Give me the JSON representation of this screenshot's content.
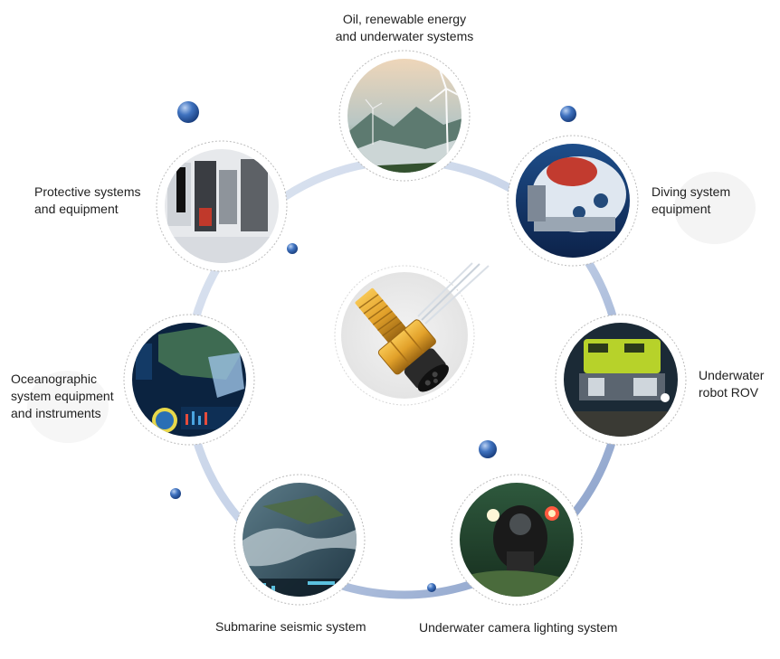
{
  "center_product": {
    "name": "",
    "icon": "waterproof-connector-icon"
  },
  "applications": [
    {
      "id": "oil-renewable",
      "lines": [
        "Oil, renewable energy",
        "and underwater systems"
      ],
      "icon": "wind-turbine-icon"
    },
    {
      "id": "diving-system",
      "lines": [
        "Diving system",
        "equipment"
      ],
      "icon": "submersible-icon"
    },
    {
      "id": "underwater-rov",
      "lines": [
        "Underwater",
        "robot ROV"
      ],
      "icon": "rov-robot-icon"
    },
    {
      "id": "camera-lighting",
      "lines": [
        "Underwater camera lighting system"
      ],
      "icon": "diver-camera-icon"
    },
    {
      "id": "seismic",
      "lines": [
        "Submarine seismic system"
      ],
      "icon": "satellite-map-icon"
    },
    {
      "id": "oceanographic",
      "lines": [
        "Oceanographic",
        "system equipment",
        "and instruments"
      ],
      "icon": "dashboard-map-icon"
    },
    {
      "id": "protective",
      "lines": [
        "Protective systems",
        "and equipment"
      ],
      "icon": "factory-icon"
    }
  ],
  "colors": {
    "ring": "#9fb2d4",
    "ring_light": "#e7ecf5",
    "bubble": "#2e5ea8",
    "connector": "#e2a12a",
    "connector_dark": "#8a5a10"
  }
}
